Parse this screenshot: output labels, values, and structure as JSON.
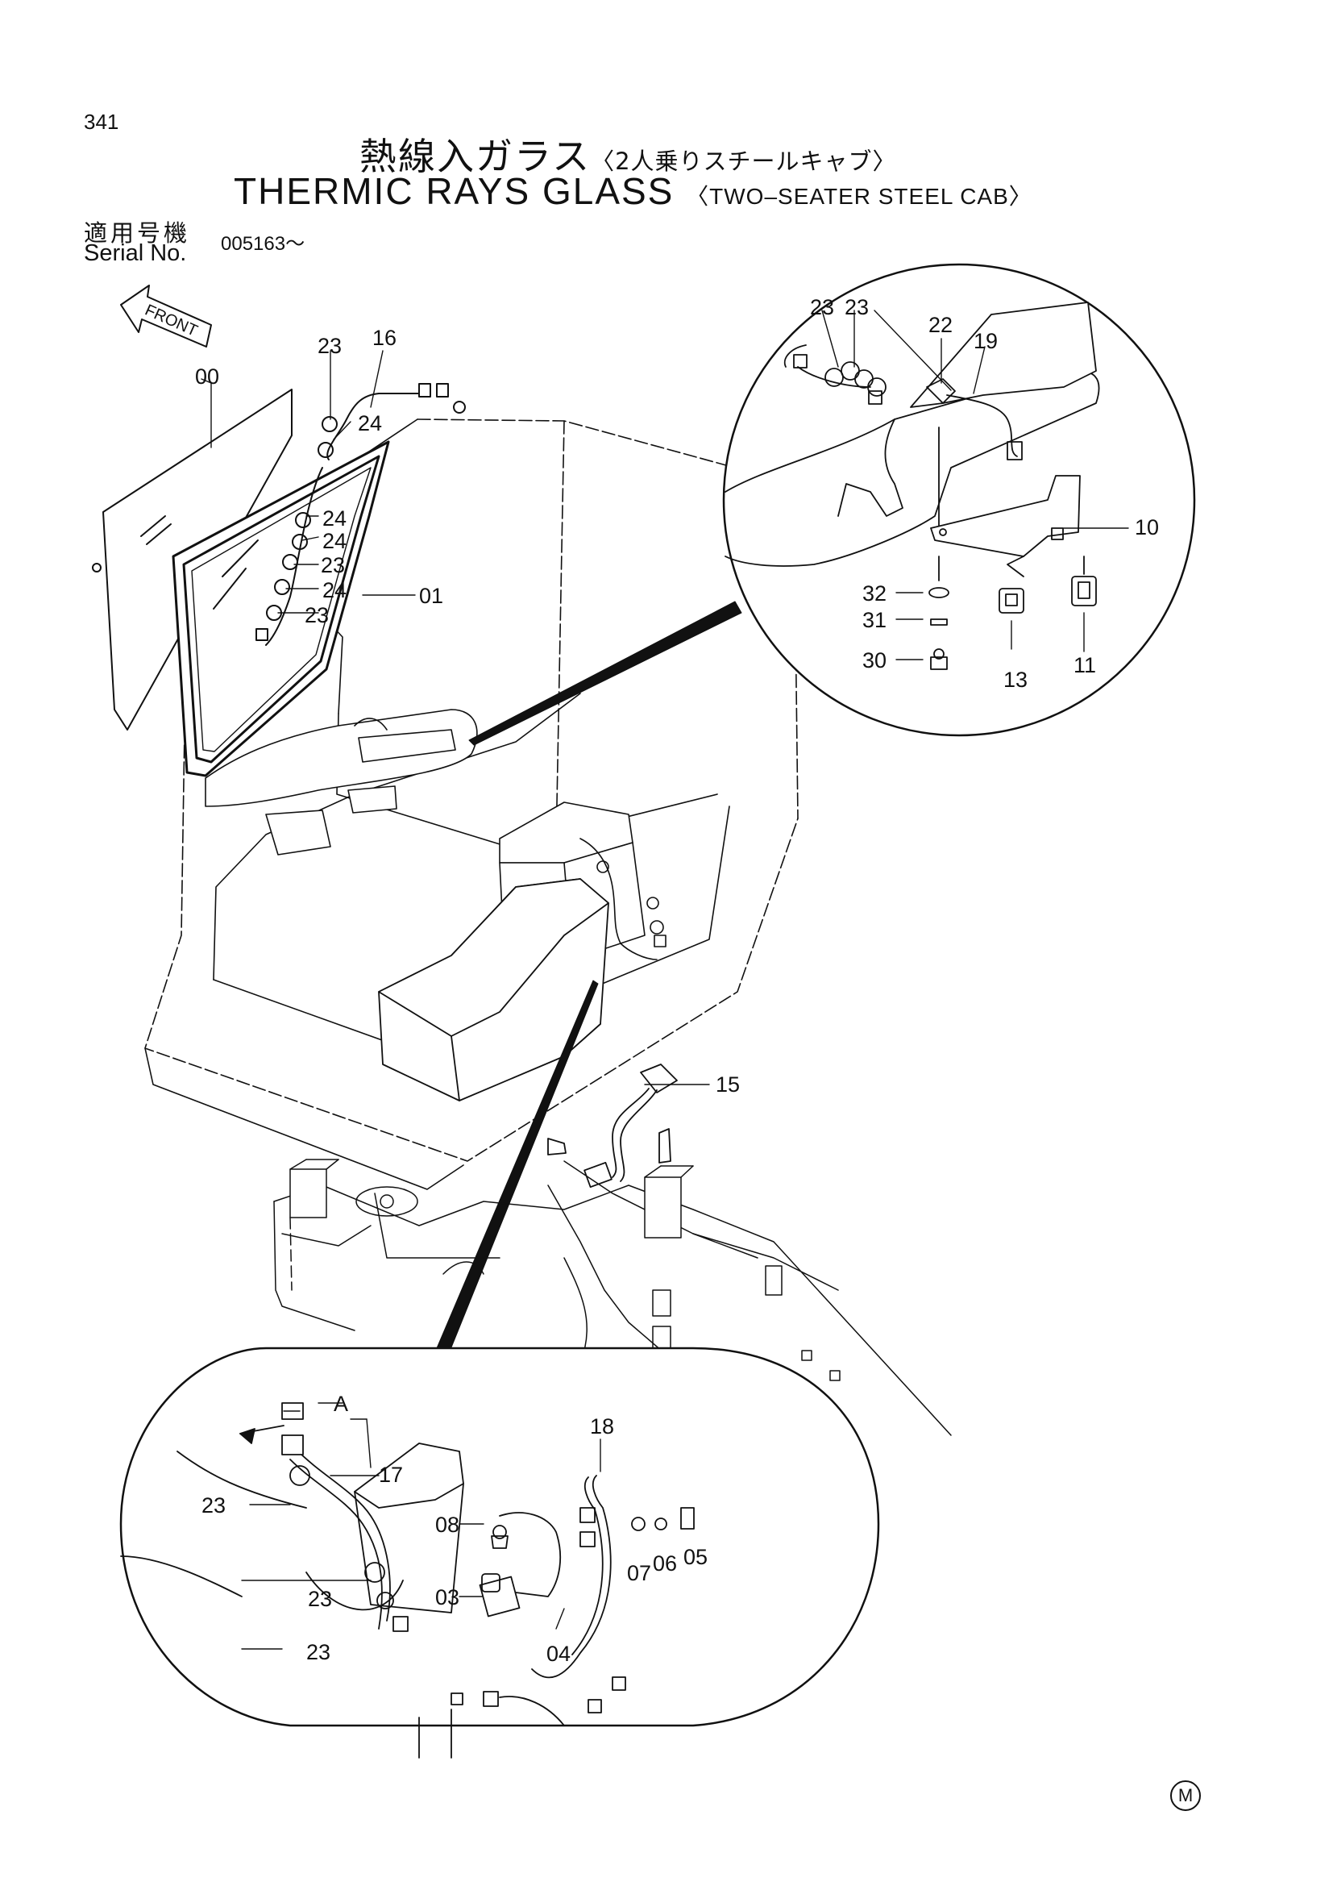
{
  "page_number": "341",
  "title_jp": "熱線入ガラス",
  "title_jp_sub": "〈2人乗りスチールキャブ〉",
  "title_en": "THERMIC RAYS GLASS",
  "title_en_sub": "〈TWO–SEATER STEEL CAB〉",
  "serial_label_jp": "適用号機",
  "serial_label_en": "Serial No.",
  "serial_value": "005163～",
  "front_label": "FRONT",
  "corner_mark": "M",
  "callouts": [
    "00",
    "01",
    "03",
    "04",
    "05",
    "06",
    "07",
    "08",
    "10",
    "11",
    "13",
    "15",
    "16",
    "17",
    "18",
    "19",
    "22",
    "23",
    "24",
    "30",
    "31",
    "32",
    "A"
  ]
}
